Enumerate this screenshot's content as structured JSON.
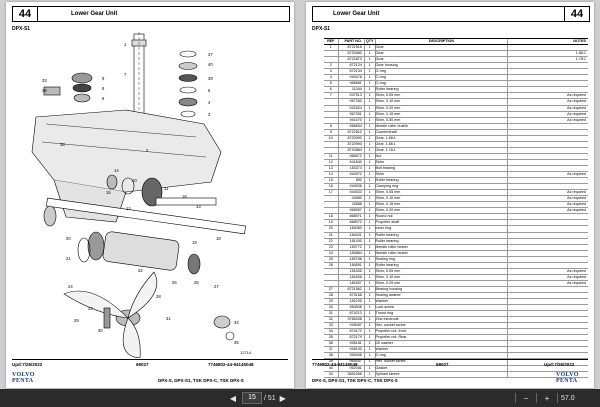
{
  "left_page": {
    "page_number": "44",
    "title": "Lower Gear Unit",
    "model_tag": "DPX-S1",
    "figure_id": "12714",
    "footer_left": "Upd:7/26/2022",
    "footer_center": "69027",
    "footer_right": "7746802-44-94145048",
    "footer_models": "DPX-S, DPX-S1, TSK DPX-C, TSK DPX-S",
    "logo_line1": "VOLVO",
    "logo_line2": "PENTA",
    "callouts": [
      "1",
      "2",
      "3",
      "4",
      "5",
      "6",
      "7",
      "8",
      "9",
      "10",
      "11",
      "12",
      "13",
      "14",
      "15",
      "16",
      "17",
      "18",
      "19",
      "20",
      "21",
      "22",
      "23",
      "24",
      "25",
      "26",
      "27",
      "28",
      "29",
      "30",
      "31",
      "32",
      "33",
      "34",
      "35",
      "36",
      "37",
      "38",
      "39",
      "40",
      "41",
      "42",
      "43"
    ]
  },
  "right_page": {
    "page_number": "44",
    "title": "Lower Gear Unit",
    "model_tag": "DPX-S1",
    "footer_left": "7746802-44-94145048",
    "footer_center": "69027",
    "footer_right": "Upd:7/26/2022",
    "footer_models": "DPX-S, DPX-S1, TSK DPX-C, TSK DPX-S",
    "logo_line1": "VOLVO",
    "logo_line2": "PENTA",
    "table": {
      "headers": [
        "REF",
        "PART NO.",
        "QTY",
        "DESCRIPTION",
        "NOTES"
      ],
      "rows": [
        [
          "1",
          "8721516",
          "1",
          "Gear",
          ""
        ],
        [
          "",
          "8720983",
          "1",
          "Gear",
          "1.86:1"
        ],
        [
          "",
          "8721873",
          "1",
          "Gear",
          "1.78:1"
        ],
        [
          "2",
          "872124",
          "1",
          "Gear housing",
          ""
        ],
        [
          "3",
          "872134",
          "1",
          "O-ring",
          ""
        ],
        [
          "4",
          "940478",
          "1",
          "O-ring",
          ""
        ],
        [
          "5",
          "965881",
          "1",
          "O-ring",
          ""
        ],
        [
          "6",
          "11044",
          "1",
          "Roller bearing",
          ""
        ],
        [
          "7",
          "947513",
          "1",
          "Shim, 0.05 mm",
          "As required"
        ],
        [
          "",
          "967350",
          "1",
          "Shim, 0.10 mm",
          "As required"
        ],
        [
          "",
          "941824",
          "1",
          "Shim, 0.20 mm",
          "As required"
        ],
        [
          "",
          "967351",
          "1",
          "Shim, 0.15 mm",
          "As required"
        ],
        [
          "",
          "941570",
          "1",
          "Shim, 0.50 mm",
          "As required"
        ],
        [
          "8",
          "966654",
          "1",
          "Needle roller bushin",
          ""
        ],
        [
          "9",
          "8722610",
          "1",
          "Countershaft",
          ""
        ],
        [
          "10",
          "8720993",
          "1",
          "Gear, 1.68:1",
          ""
        ],
        [
          "",
          "8720994",
          "1",
          "Gear, 1.86:1",
          ""
        ],
        [
          "",
          "8720884",
          "1",
          "Gear, 1.78:1",
          ""
        ],
        [
          "11",
          "966672",
          "1",
          "Nut",
          ""
        ],
        [
          "12",
          "941840",
          "1",
          "Shim",
          ""
        ],
        [
          "13",
          "183374",
          "1",
          "Bolt bearing",
          ""
        ],
        [
          "14",
          "944972",
          "1",
          "Shim",
          "As required"
        ],
        [
          "15",
          "890",
          "1",
          "Roller bearing",
          ""
        ],
        [
          "16",
          "944936",
          "1",
          "Clamping ring",
          ""
        ],
        [
          "17",
          "944533",
          "1",
          "Shim, 0.05 mm",
          "As required"
        ],
        [
          "",
          "42880",
          "1",
          "Shim, 0.10 mm",
          "As required"
        ],
        [
          "",
          "42888",
          "1",
          "Shim, 0.15 mm",
          "As required"
        ],
        [
          "",
          "968957",
          "1",
          "Shim, 0.20 mm",
          "As required"
        ],
        [
          "18",
          "868971",
          "1",
          "Round nut",
          ""
        ],
        [
          "19",
          "868972",
          "1",
          "Propeller shaft",
          ""
        ],
        [
          "20",
          "184083",
          "1",
          "Inner ring",
          ""
        ],
        [
          "21",
          "184401",
          "1",
          "Roller bearing",
          ""
        ],
        [
          "22",
          "181400",
          "1",
          "Roller bearing",
          ""
        ],
        [
          "23",
          "183772",
          "1",
          "Needle roller bearin",
          ""
        ],
        [
          "24",
          "183884",
          "1",
          "Needle roller bearin",
          ""
        ],
        [
          "25",
          "183798",
          "1",
          "Sealing ring",
          ""
        ],
        [
          "26",
          "184891",
          "1",
          "Roller bearing",
          ""
        ],
        [
          "",
          "181835",
          "1",
          "Shim, 0.05 mm",
          "As required"
        ],
        [
          "",
          "181836",
          "1",
          "Shim, 0.10 mm",
          "As required"
        ],
        [
          "",
          "181837",
          "1",
          "Shim, 0.25 mm",
          "As required"
        ],
        [
          "27",
          "8721562",
          "1",
          "Bearing housing",
          ""
        ],
        [
          "28",
          "873166",
          "1",
          "Sealing washer",
          ""
        ],
        [
          "29",
          "181205",
          "1",
          "Washer",
          ""
        ],
        [
          "30",
          "950838",
          "1",
          "Lock screw",
          ""
        ],
        [
          "31",
          "874213",
          "1",
          "Thrust ring",
          ""
        ],
        [
          "32",
          "3766038",
          "1",
          "Zinc electrode",
          ""
        ],
        [
          "33",
          "945087",
          "1",
          "Hex. socket screw",
          ""
        ],
        [
          "34",
          "874172",
          "1",
          "Propeller nut, front",
          ""
        ],
        [
          "35",
          "872179",
          "1",
          "Propeller nut, Rear",
          ""
        ],
        [
          "36",
          "945181",
          "1",
          "Oil washer",
          ""
        ],
        [
          "37",
          "945130",
          "1",
          "Washer",
          ""
        ],
        [
          "38",
          "955455",
          "1",
          "O-ring",
          ""
        ],
        [
          "39",
          "969457",
          "1",
          "Hex. socket screw",
          ""
        ],
        [
          "40",
          "952081",
          "1",
          "Gasket",
          ""
        ],
        [
          "43",
          "3852268",
          "1",
          "Splined sleeve",
          ""
        ]
      ]
    }
  },
  "toolbar": {
    "current_page": "15",
    "total_pages": "/ 51",
    "zoom": "57.0"
  }
}
